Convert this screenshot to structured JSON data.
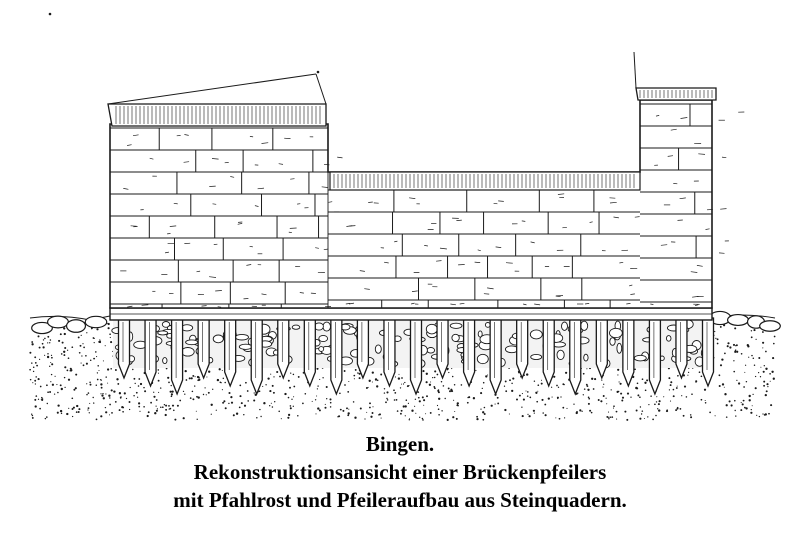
{
  "figure": {
    "illustration": "line-drawing of a reconstructed bridge pier: ashlar stone masonry block on a timber pile grillage driven into gravel ground",
    "caption": {
      "line1": "Bingen.",
      "line2": "Rekonstruktionsansicht einer Brückenpfeilers",
      "line3": "mit Pfahlrost und Pfeileraufbau aus Steinquadern."
    },
    "ink_color": "#1a1a1a",
    "paper_color": "#ffffff"
  }
}
